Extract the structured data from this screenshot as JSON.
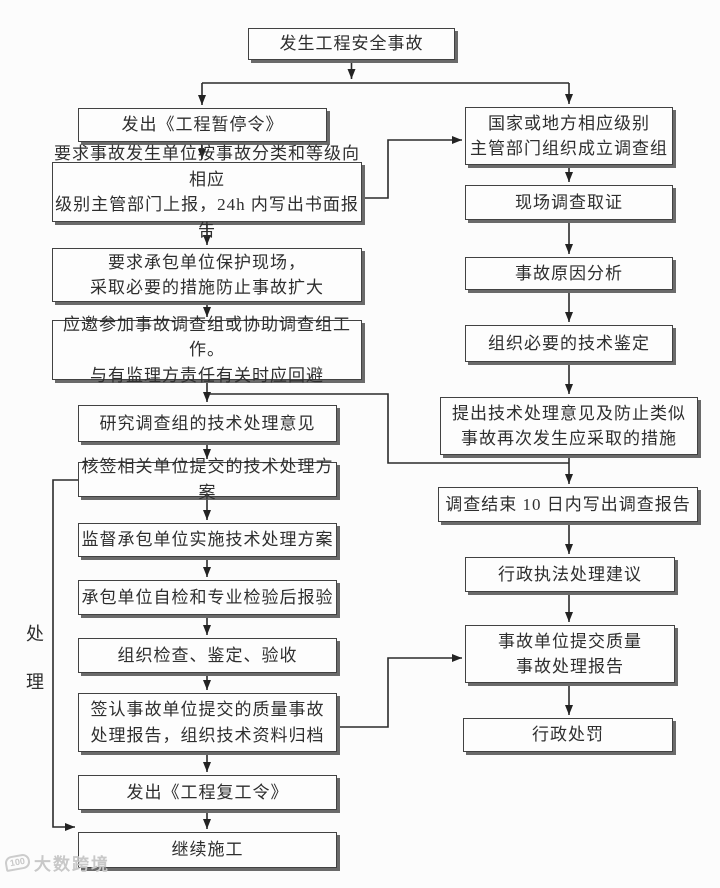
{
  "diagram": {
    "start": "发生工程安全事故",
    "side_label": "处理",
    "left_steps": [
      "发出《工程暂停令》",
      "要求事故发生单位按事故分类和等级向相应\n级别主管部门上报，24h 内写出书面报告",
      "要求承包单位保护现场，\n采取必要的措施防止事故扩大",
      "应邀参加事故调查组或协助调查组工作。\n与有监理方责任有关时应回避",
      "研究调查组的技术处理意见",
      "核签相关单位提交的技术处理方案",
      "监督承包单位实施技术处理方案",
      "承包单位自检和专业检验后报验",
      "组织检查、鉴定、验收",
      "签认事故单位提交的质量事故\n处理报告，组织技术资料归档",
      "发出《工程复工令》",
      "继续施工"
    ],
    "right_steps": [
      "国家或地方相应级别\n主管部门组织成立调查组",
      "现场调查取证",
      "事故原因分析",
      "组织必要的技术鉴定",
      "提出技术处理意见及防止类似\n事故再次发生应采取的措施",
      "调查结束 10 日内写出调查报告",
      "行政执法处理建议",
      "事故单位提交质量\n事故处理报告",
      "行政处罚"
    ]
  },
  "watermark": {
    "logo": "100",
    "text": "大数跨境"
  }
}
